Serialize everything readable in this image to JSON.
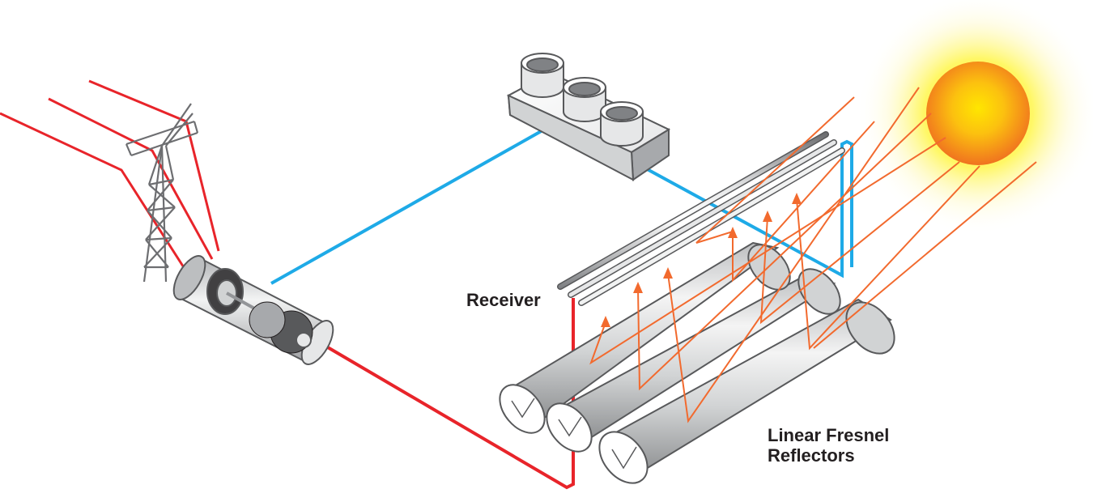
{
  "labels": {
    "receiver": "Receiver",
    "reflectors_line1": "Linear Fresnel",
    "reflectors_line2": "Reflectors"
  },
  "colors": {
    "hot_line": "#e8242a",
    "cold_line": "#1eaae7",
    "sun_ray": "#f26a2e",
    "sun_core": "#f7a21b",
    "sun_glow": "#fff200",
    "metal_light": "#f2f2f2",
    "metal_dark": "#8a8c8e",
    "outline": "#58595b",
    "text": "#231f20"
  },
  "icons": [
    "transmission-tower-icon",
    "turbine-generator-icon",
    "condenser-icon",
    "receiver-tube-icon",
    "reflector-mirror-icon",
    "sun-icon"
  ]
}
